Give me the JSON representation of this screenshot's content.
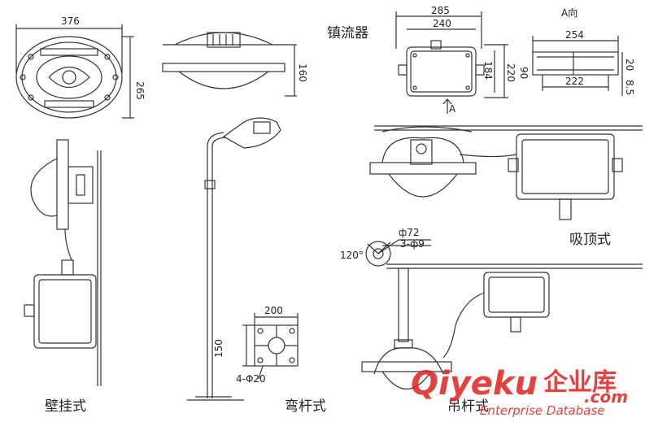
{
  "dims": {
    "top_width": "376",
    "top_height": "265",
    "side_height": "160",
    "ballast_outer": "285",
    "ballast_inner": "240",
    "ballast_h1": "220",
    "ballast_h2": "184",
    "view_a_title": "A向",
    "view_a_top": "254",
    "view_a_bottom": "222",
    "view_a_h1": "90",
    "view_a_h2": "20",
    "view_a_h3": "8.5",
    "arrow_a": "A",
    "ceiling_phi": "ф72",
    "ceiling_holes": "3-ф9",
    "ceiling_angle": "120°",
    "plate_w": "200",
    "plate_h": "150",
    "plate_holes": "4-Φ20"
  },
  "captions": {
    "ballast": "镇流器",
    "ceiling": "吸顶式",
    "wall": "壁挂式",
    "pole": "弯杆式",
    "pendant": "吊杆式"
  },
  "watermark": {
    "brand": "Qiyeku",
    "brand_cn": "企业库",
    "suffix": ".com",
    "sub": "Enterprise Database"
  },
  "colors": {
    "line": "#333333",
    "watermark": "#e02020"
  }
}
